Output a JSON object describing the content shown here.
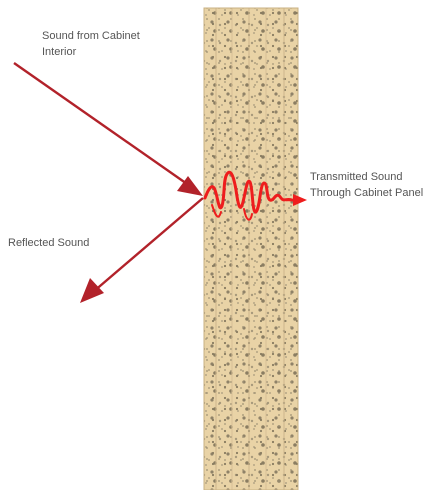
{
  "labels": {
    "incident": [
      "Sound from Cabinet",
      "Interior"
    ],
    "reflected": "Reflected Sound",
    "transmitted": [
      "Transmitted Sound",
      "Through Cabinet Panel"
    ]
  },
  "colors": {
    "panel_fill": "#e7cfa0",
    "panel_dot": "#9a8c6c",
    "panel_dot_light": "#b8a888",
    "arrow": "#b2222a",
    "wave": "#ee1d1d",
    "label_text": "#555555"
  }
}
